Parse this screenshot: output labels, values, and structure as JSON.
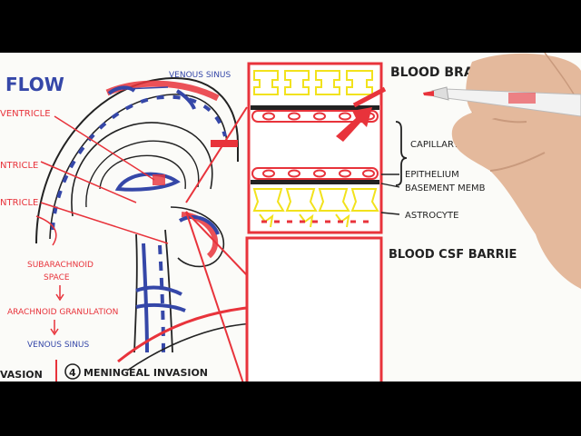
{
  "colors": {
    "red": "#e8333b",
    "blue": "#3547a8",
    "yellow": "#f2e21c",
    "ink": "#222222",
    "skin": "#e4b99c"
  },
  "labels": {
    "flow": "FLOW",
    "venous_sinus_top": "VENOUS SINUS",
    "ventricle_1": "VENTRICLE",
    "ventricle_2": "NTRICLE",
    "ventricle_3": "NTRICLE",
    "subarachnoid": "SUBARACHNOID",
    "space": "SPACE",
    "arachnoid_granulation": "ARACHNOID GRANULATION",
    "venous_sinus_bottom": "VENOUS SINUS",
    "invasion_left": "VASION",
    "meningeal_invasion": "MENINGEAL INVASION",
    "meningeal_number": "4",
    "blood_brain": "BLOOD BRA",
    "capillary": "CAPILLARY",
    "epithelium": "EPITHELIUM",
    "basement_membrane": "BASEMENT MEMB",
    "astrocyte": "ASTROCYTE",
    "blood_csf_barrier": "BLOOD CSF BARRIE"
  }
}
